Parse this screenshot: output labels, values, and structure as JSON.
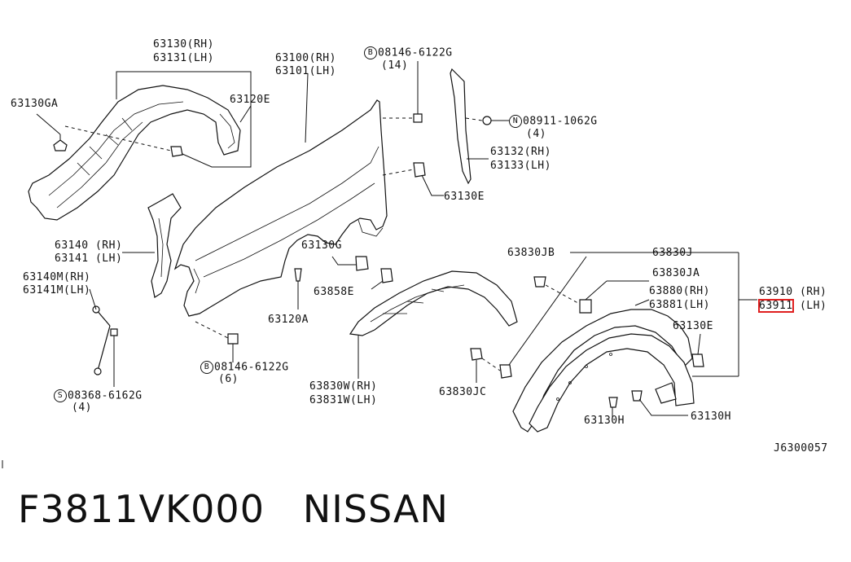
{
  "callouts": {
    "c63130": "63130(RH)",
    "c63131": "63131(LH)",
    "c63130GA": "63130GA",
    "c63120E": "63120E",
    "c63100": "63100(RH)",
    "c63101": "63101(LH)",
    "bolt_top_circle": "B",
    "bolt_top_part": "08146-6122G",
    "bolt_top_qty": "(14)",
    "nut_circle": "N",
    "nut_part": "08911-1062G",
    "nut_qty": "(4)",
    "c63132": "63132(RH)",
    "c63133": "63133(LH)",
    "c63130E_top": "63130E",
    "c63130G": "63130G",
    "c63858E": "63858E",
    "c63140": "63140 (RH)",
    "c63141": "63141 (LH)",
    "c63140M": "63140M(RH)",
    "c63141M": "63141M(LH)",
    "screw_circle": "S",
    "screw_part": "08368-6162G",
    "screw_qty": "(4)",
    "c63120A": "63120A",
    "bolt_bot_circle": "B",
    "bolt_bot_part": "08146-6122G",
    "bolt_bot_qty": "(6)",
    "c63830W": "63830W(RH)",
    "c63831W": "63831W(LH)",
    "c63830JB": "63830JB",
    "c63830J": "63830J",
    "c63830JA": "63830JA",
    "c63880": "63880(RH)",
    "c63881": "63881(LH)",
    "c63910": "63910 (RH)",
    "c63911_hl": "63911",
    "c63911_rest": " (LH)",
    "c63130E_right": "63130E",
    "c63830JC": "63830JC",
    "c63130H_left": "63130H",
    "c63130H_right": "63130H"
  },
  "diagram_id": "J6300057",
  "caption": "F3811VK000   NISSAN",
  "highlight_color": "#e02020"
}
